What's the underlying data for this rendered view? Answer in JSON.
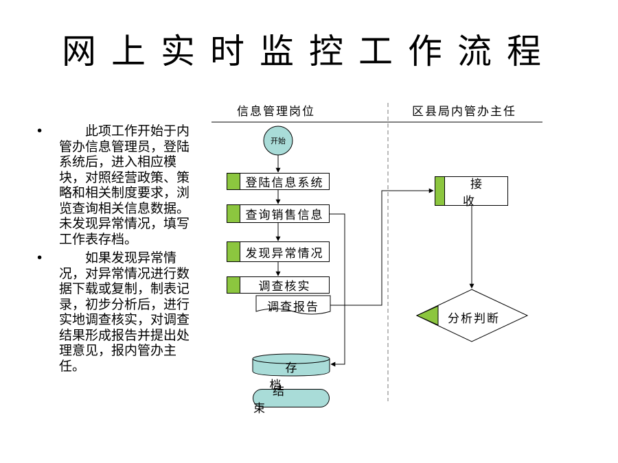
{
  "title": "网上实时监控工作流程",
  "bullets": [
    {
      "marker": "•",
      "text": "此项工作开始于内管办信息管理员，登陆系统后，进入相应模块，对照经营政策、策略和相关制度要求，浏览查询相关信息数据。未发现异常情况，填写工作表存档。"
    },
    {
      "marker": "•",
      "text": "如果发现异常情况，对异常情况进行数据下载或复制，制表记录，初步分析后，进行实地调查核实，对调查结果形成报告并提出处理意见，报内管办主任。"
    }
  ],
  "lanes": {
    "left": "信息管理岗位",
    "right": "区县局内管办主任"
  },
  "nodes": {
    "start": "开始",
    "login": "登陆信息系统",
    "query": "查询销售信息",
    "found": "发现异常情况",
    "investigate": "调查核实",
    "report": "调查报告",
    "archive": "存档",
    "end": "结束",
    "receive": "接收",
    "analyze": "分析判断"
  },
  "colors": {
    "accent_bar": "#8cc63f",
    "terminal_fill": "#a9dcd8",
    "start_fill": "#a9dcd8"
  }
}
